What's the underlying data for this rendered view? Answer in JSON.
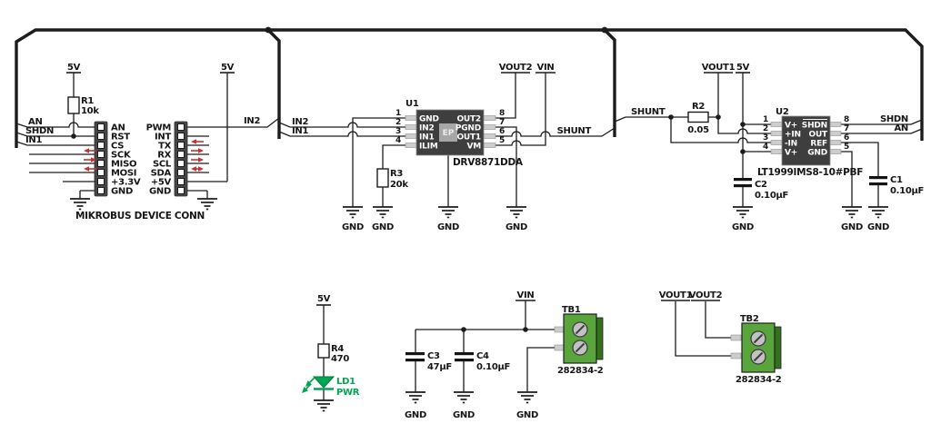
{
  "nets": {
    "an": "AN",
    "shdn": "SHDN",
    "in1": "IN1",
    "in2": "IN2",
    "shunt": "SHUNT",
    "v5": "5V",
    "vin": "VIN",
    "vout1": "VOUT1",
    "vout2": "VOUT2",
    "gnd": "GND"
  },
  "mikrobus": {
    "label": "MIKROBUS DEVICE CONN",
    "left_pins": [
      "AN",
      "RST",
      "CS",
      "SCK",
      "MISO",
      "MOSI",
      "+3.3V",
      "GND"
    ],
    "right_pins": [
      "PWM",
      "INT",
      "TX",
      "RX",
      "SCL",
      "SDA",
      "+5V",
      "GND"
    ]
  },
  "u1": {
    "ref": "U1",
    "part": "DRV8871DDA",
    "ep": "EP",
    "pins_left": [
      {
        "n": "1",
        "name": "GND"
      },
      {
        "n": "2",
        "name": "IN2"
      },
      {
        "n": "3",
        "name": "IN1"
      },
      {
        "n": "4",
        "name": "ILIM"
      }
    ],
    "pins_right": [
      {
        "n": "8",
        "name": "OUT2"
      },
      {
        "n": "7",
        "name": "PGND"
      },
      {
        "n": "6",
        "name": "OUT1"
      },
      {
        "n": "5",
        "name": "VM"
      }
    ]
  },
  "u2": {
    "ref": "U2",
    "part": "LT1999IMS8-10#PBF",
    "pins_left": [
      {
        "n": "1",
        "name": "V+"
      },
      {
        "n": "2",
        "name": "+IN"
      },
      {
        "n": "3",
        "name": "-IN"
      },
      {
        "n": "4",
        "name": "V+"
      }
    ],
    "pins_right": [
      {
        "n": "8",
        "name": "SHDN"
      },
      {
        "n": "7",
        "name": "OUT"
      },
      {
        "n": "6",
        "name": "REF"
      },
      {
        "n": "5",
        "name": "GND"
      }
    ]
  },
  "r1": {
    "ref": "R1",
    "value": "10k"
  },
  "r2": {
    "ref": "R2",
    "value": "0.05"
  },
  "r3": {
    "ref": "R3",
    "value": "20k"
  },
  "r4": {
    "ref": "R4",
    "value": "470"
  },
  "c1": {
    "ref": "C1",
    "value": "0.10µF"
  },
  "c2": {
    "ref": "C2",
    "value": "0.10µF"
  },
  "c3": {
    "ref": "C3",
    "value": "47µF"
  },
  "c4": {
    "ref": "C4",
    "value": "0.10µF"
  },
  "led": {
    "ref": "LD1",
    "name": "PWR"
  },
  "tb1": {
    "ref": "TB1",
    "part": "282834-2"
  },
  "tb2": {
    "ref": "TB2",
    "part": "282834-2"
  },
  "colors": {
    "wire": "#1c1c1c",
    "arrow_red": "#cc2f2f",
    "led_green": "#00a651",
    "terminal_green": "#58a53c",
    "ic_body": "#3e3e3e",
    "header": "#474747"
  }
}
